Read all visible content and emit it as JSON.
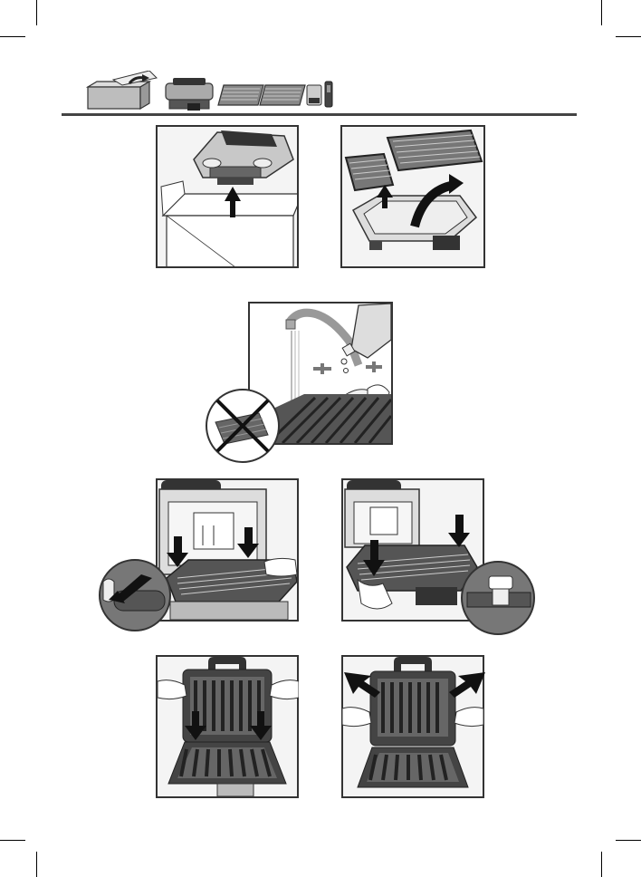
{
  "page": {
    "type": "instruction-illustrations",
    "colors": {
      "line": "#333333",
      "fill_light": "#f4f4f4",
      "fill_mid": "#bdbdbd",
      "fill_dark": "#3a3a3a",
      "rule": "#444444"
    }
  },
  "header_strip": {
    "icons": [
      "box-icon",
      "grill-icon",
      "plate-icon",
      "plate-icon",
      "drip-tray-icon",
      "scraper-icon"
    ]
  },
  "steps": [
    {
      "name": "unpack-grill",
      "icons": [
        "grill-icon",
        "box-icon",
        "arrow-up-icon"
      ]
    },
    {
      "name": "remove-plates",
      "icons": [
        "plate-icon",
        "plate-icon",
        "arrow-up-icon"
      ]
    },
    {
      "name": "wash-plates",
      "icons": [
        "faucet-icon",
        "detergent-bottle-icon",
        "sponge-icon",
        "no-abrasive-pad-icon"
      ]
    },
    {
      "name": "insert-top-plate",
      "icons": [
        "arrow-down-icon",
        "zoom-detail-icon"
      ]
    },
    {
      "name": "insert-bottom-plate",
      "icons": [
        "arrow-down-icon",
        "zoom-detail-icon"
      ]
    },
    {
      "name": "place-plates-open",
      "icons": [
        "arrow-down-icon",
        "hand-icon"
      ]
    },
    {
      "name": "close-grill",
      "icons": [
        "arrow-diagonal-icon",
        "hand-icon"
      ]
    }
  ]
}
